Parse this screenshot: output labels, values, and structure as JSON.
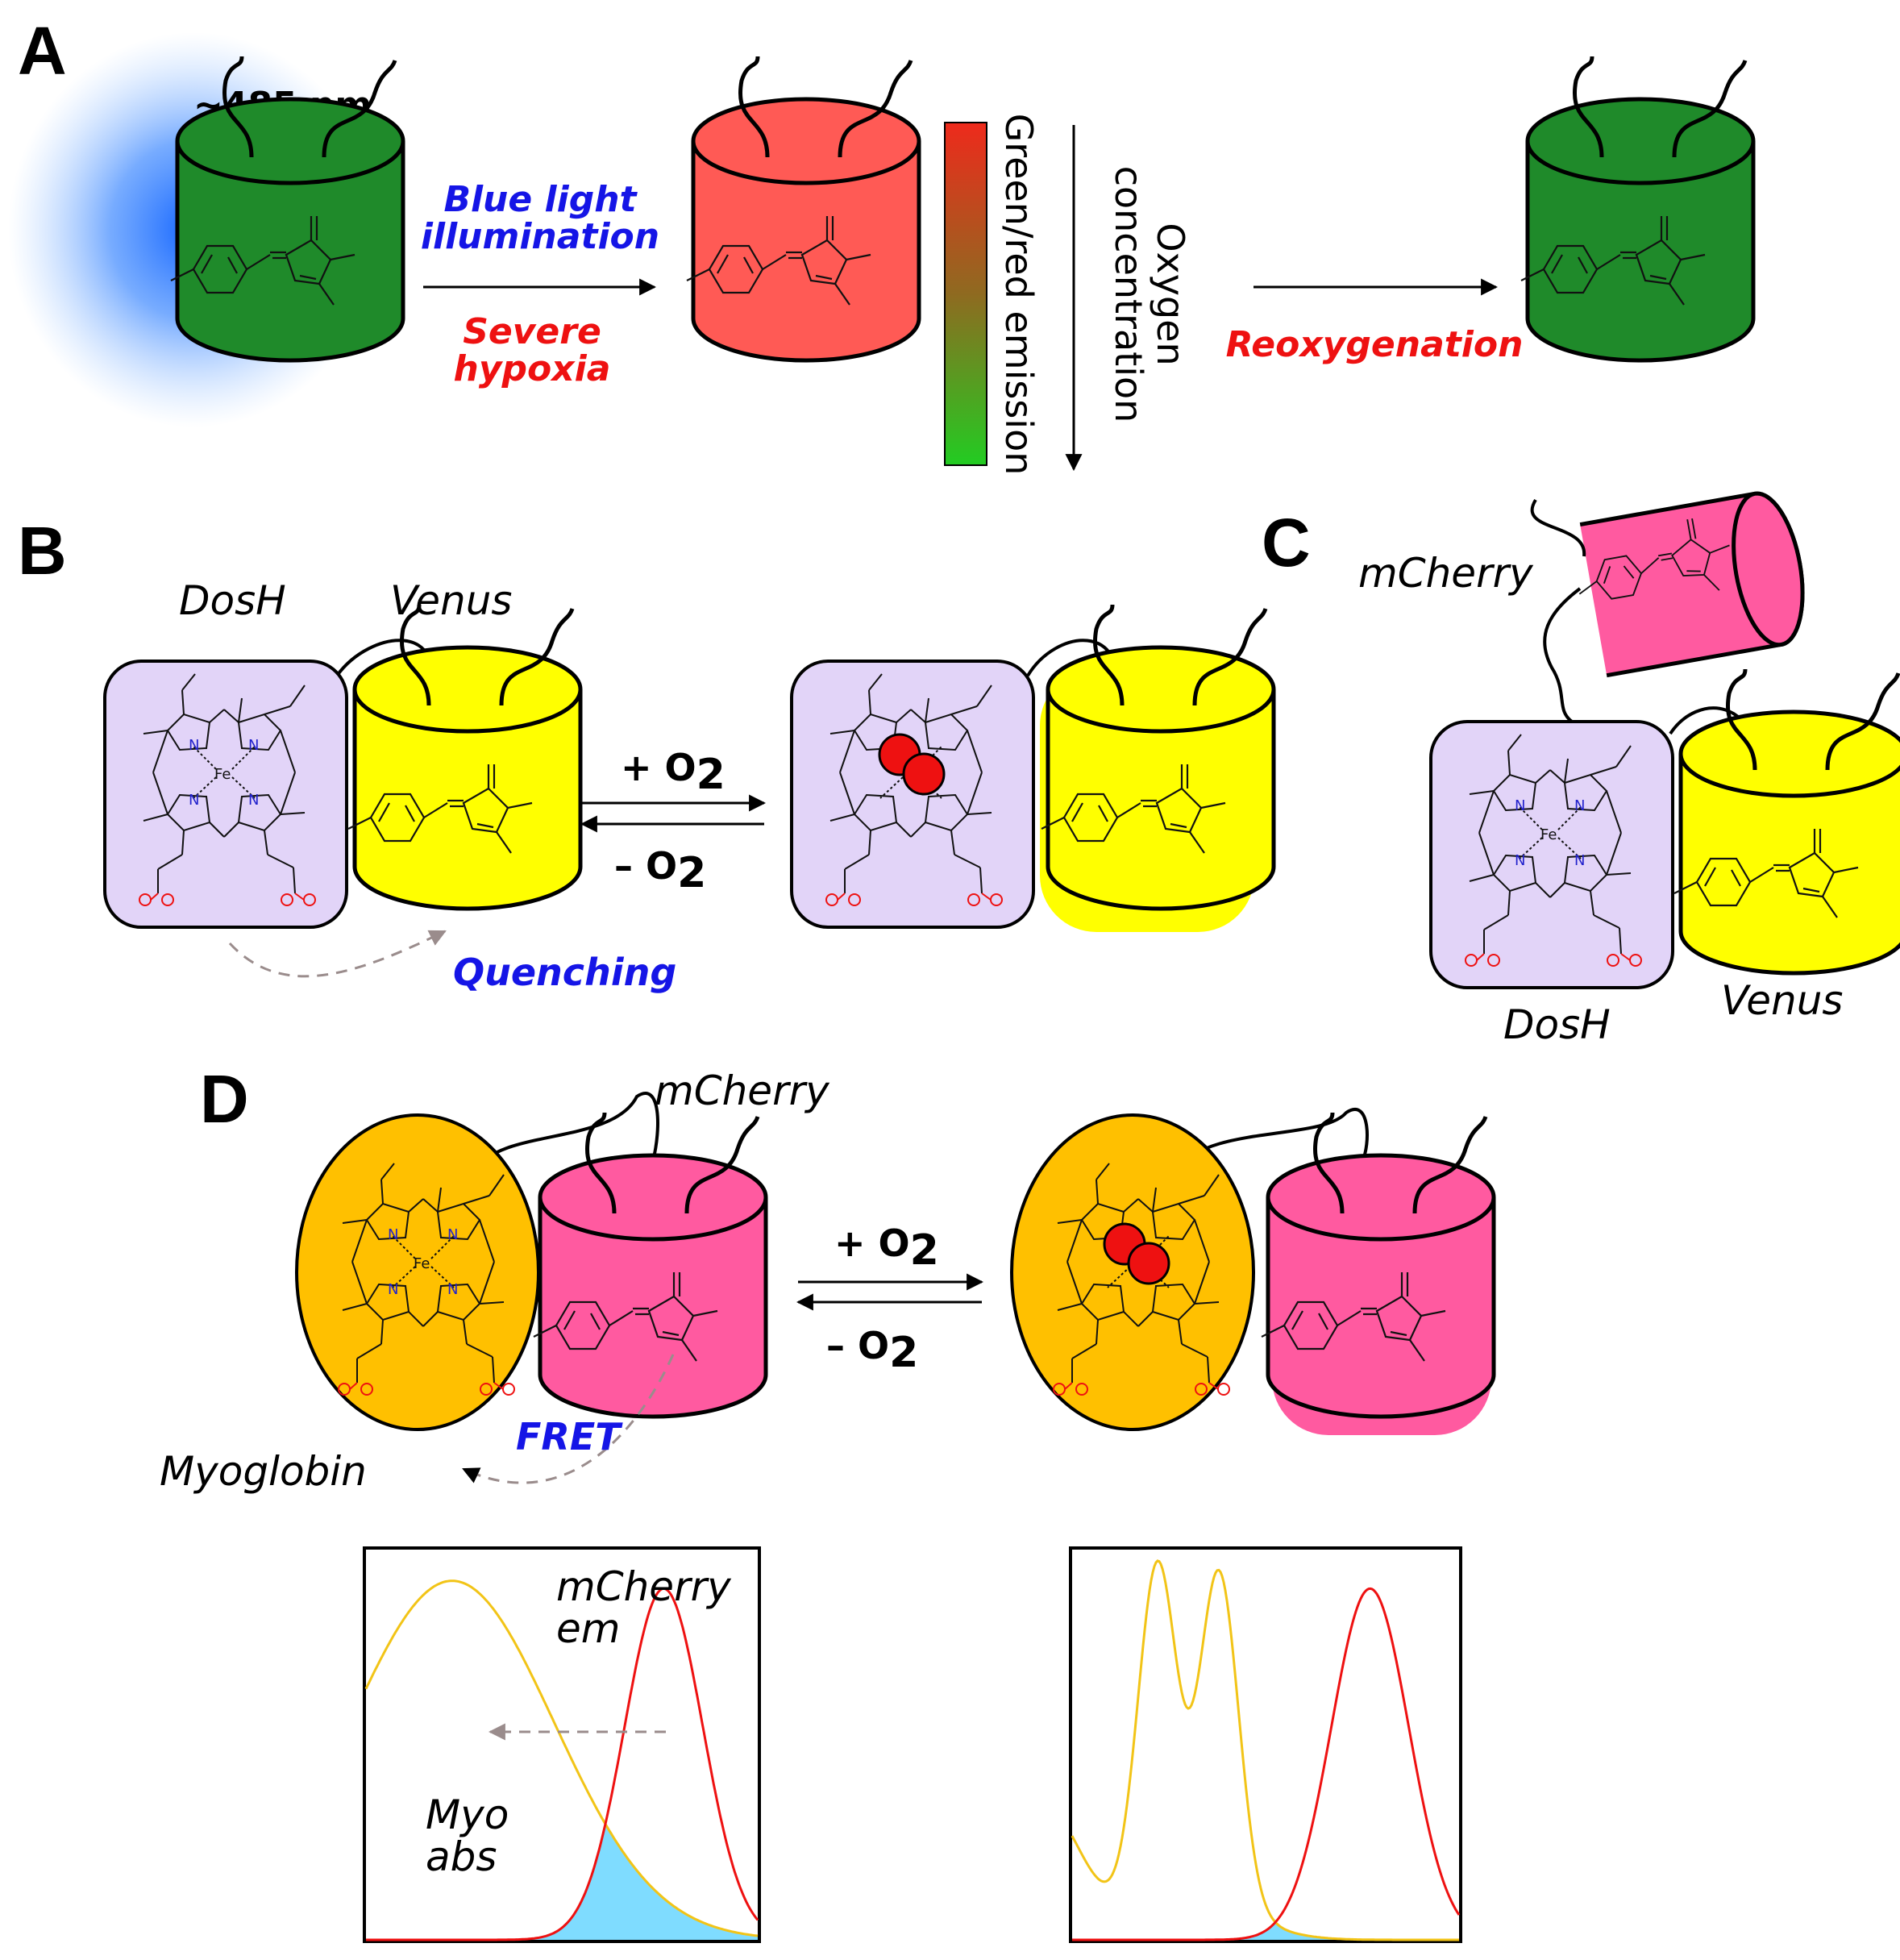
{
  "panels": {
    "a": "A",
    "b": "B",
    "c": "C",
    "d": "D"
  },
  "panel_a": {
    "wavelength": "~485 nm",
    "step1_top": [
      "Blue light",
      "illumination"
    ],
    "step1_bottom": [
      "Severe",
      "hypoxia"
    ],
    "gradient_label": "Green/red emission",
    "oxygen_label": [
      "Oxygen",
      "concentration"
    ],
    "step2": "Reoxygenation"
  },
  "panel_b": {
    "dosh": "DosH",
    "venus": "Venus",
    "plus_o2": "+ O",
    "minus_o2": "– O",
    "subscript": "2",
    "quenching": "Quenching",
    "fe": "Fe",
    "n": "N"
  },
  "panel_c": {
    "mcherry": "mCherry",
    "dosh": "DosH",
    "venus": "Venus"
  },
  "panel_d": {
    "mcherry": "mCherry",
    "myoglobin": "Myoglobin",
    "fret": "FRET",
    "plus_o2": "+ O",
    "minus_o2": "– O",
    "subscript": "2",
    "spec_left_em": [
      "mCherry",
      "em"
    ],
    "spec_left_abs": [
      "Myo",
      "abs"
    ]
  },
  "colors": {
    "green_fp": "#1f8a2a",
    "red_fp": "#ff5a55",
    "venus": "#ffff00",
    "mcherry": "#ff5aa0",
    "heme_box": "#e2d4f8",
    "myoglobin": "#ffc000",
    "blue_text": "#1515e6",
    "red_text": "#ee1111",
    "absorbance_curve": "#f2c417",
    "emission_curve": "#ee1111",
    "overlap_fill": "#7fdcff",
    "o2": "#ee1111"
  },
  "icons": [
    "barrel-fluorescent-protein",
    "heme-porphyrin",
    "dioxygen-molecule"
  ]
}
